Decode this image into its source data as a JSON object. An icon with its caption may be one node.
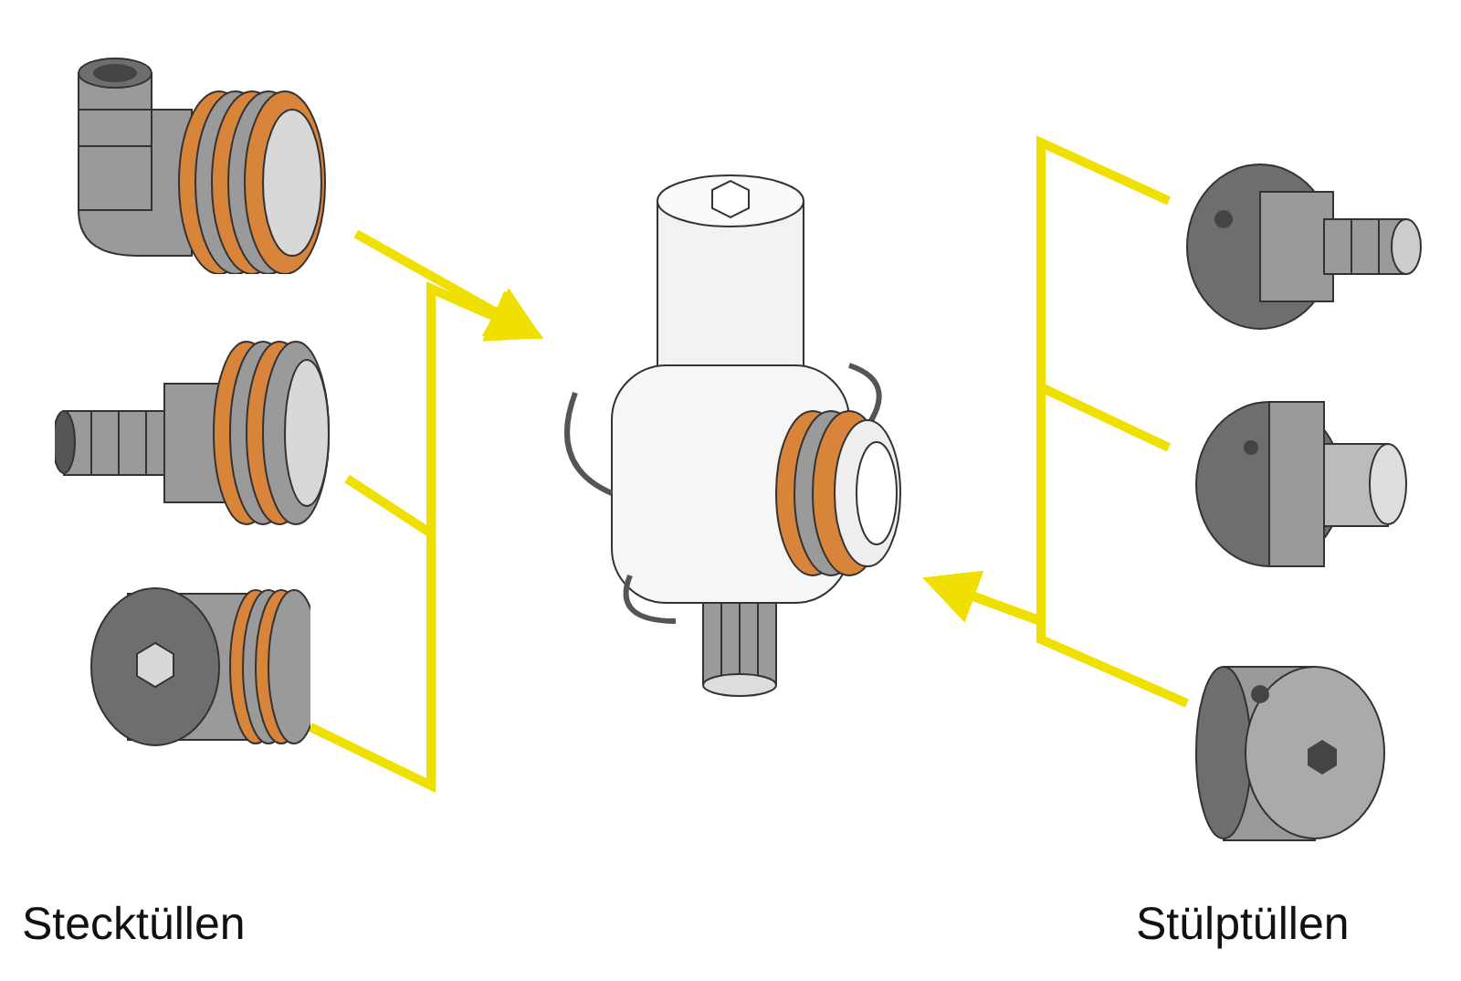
{
  "diagram": {
    "nodes": [
      {
        "text": [],
        "shape": "picture"
      },
      {
        "text": [],
        "shape": "picture"
      },
      {
        "text": [],
        "shape": "picture"
      },
      {
        "text": [],
        "shape": "picture"
      },
      {
        "text": [],
        "shape": "picture"
      },
      {
        "text": [],
        "shape": "picture"
      },
      {
        "text": [],
        "shape": "picture"
      }
    ],
    "edges": [
      {
        "from": 0,
        "to": 3,
        "arrow": "to"
      },
      {
        "from": 1,
        "to": 3,
        "arrow": "to"
      },
      {
        "from": 2,
        "to": 3,
        "arrow": "to"
      },
      {
        "from": 4,
        "to": 3,
        "arrow": "to"
      },
      {
        "from": 5,
        "to": 3,
        "arrow": "to"
      },
      {
        "from": 6,
        "to": 3,
        "arrow": "to"
      }
    ],
    "labels": [
      "Stecktüllen",
      "Stülptüllen"
    ]
  }
}
